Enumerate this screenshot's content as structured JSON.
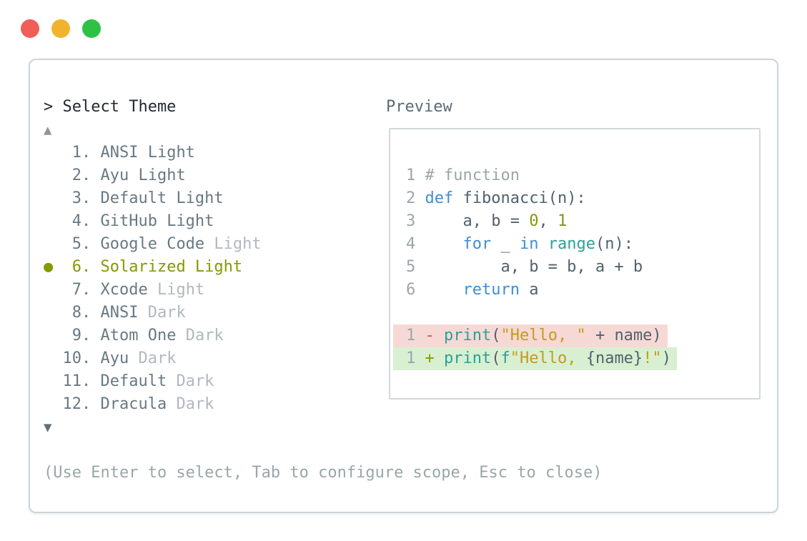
{
  "window": {
    "controls": [
      {
        "name": "close",
        "color": "#f15e57"
      },
      {
        "name": "minimize",
        "color": "#f1b32e"
      },
      {
        "name": "maximize",
        "color": "#2ec244"
      }
    ]
  },
  "header": {
    "title": "> Select Theme"
  },
  "theme_list": {
    "scroll_up_icon": "▲",
    "scroll_down_icon": "▼",
    "selected_marker": "●",
    "selected_index": 5,
    "items": [
      {
        "number": "1",
        "name": "ANSI Light",
        "variant": "",
        "selected": false
      },
      {
        "number": "2",
        "name": "Ayu Light",
        "variant": "",
        "selected": false
      },
      {
        "number": "3",
        "name": "Default Light",
        "variant": "",
        "selected": false
      },
      {
        "number": "4",
        "name": "GitHub Light",
        "variant": "",
        "selected": false
      },
      {
        "number": "5",
        "name": "Google Code",
        "variant": "Light",
        "selected": false
      },
      {
        "number": "6",
        "name": "Solarized Light",
        "variant": "",
        "selected": true
      },
      {
        "number": "7",
        "name": "Xcode",
        "variant": "Light",
        "selected": false
      },
      {
        "number": "8",
        "name": "ANSI",
        "variant": "Dark",
        "selected": false
      },
      {
        "number": "9",
        "name": "Atom One",
        "variant": "Dark",
        "selected": false
      },
      {
        "number": "10",
        "name": "Ayu",
        "variant": "Dark",
        "selected": false
      },
      {
        "number": "11",
        "name": "Default",
        "variant": "Dark",
        "selected": false
      },
      {
        "number": "12",
        "name": "Dracula",
        "variant": "Dark",
        "selected": false
      }
    ]
  },
  "preview": {
    "label": "Preview",
    "code_lines": [
      {
        "num": "1",
        "diff": "",
        "tokens": [
          [
            "comment",
            "# function"
          ]
        ]
      },
      {
        "num": "2",
        "diff": "",
        "tokens": [
          [
            "kw",
            "def"
          ],
          [
            "plain",
            " fibonacci(n):"
          ]
        ]
      },
      {
        "num": "3",
        "diff": "",
        "tokens": [
          [
            "plain",
            "    a, b = "
          ],
          [
            "num",
            "0"
          ],
          [
            "plain",
            ", "
          ],
          [
            "num",
            "1"
          ]
        ]
      },
      {
        "num": "4",
        "diff": "",
        "tokens": [
          [
            "plain",
            "    "
          ],
          [
            "kw",
            "for"
          ],
          [
            "plain",
            " _ "
          ],
          [
            "kw",
            "in"
          ],
          [
            "plain",
            " "
          ],
          [
            "fn",
            "range"
          ],
          [
            "plain",
            "(n):"
          ]
        ]
      },
      {
        "num": "5",
        "diff": "",
        "tokens": [
          [
            "plain",
            "        a, b = b, a + b"
          ]
        ]
      },
      {
        "num": "6",
        "diff": "",
        "tokens": [
          [
            "plain",
            "    "
          ],
          [
            "kw",
            "return"
          ],
          [
            "plain",
            " a"
          ]
        ]
      },
      {
        "num": "",
        "diff": "",
        "tokens": []
      },
      {
        "num": "1",
        "diff": "removed",
        "tokens": [
          [
            "del",
            "-"
          ],
          [
            "plain",
            " "
          ],
          [
            "fn",
            "print"
          ],
          [
            "plain",
            "("
          ],
          [
            "str",
            "\"Hello, \""
          ],
          [
            "plain",
            " + name)"
          ]
        ]
      },
      {
        "num": "1",
        "diff": "added",
        "tokens": [
          [
            "ins",
            "+"
          ],
          [
            "plain",
            " "
          ],
          [
            "fn",
            "print"
          ],
          [
            "plain",
            "("
          ],
          [
            "fn",
            "f"
          ],
          [
            "str",
            "\"Hello, "
          ],
          [
            "plain",
            "{name}"
          ],
          [
            "str",
            "!\""
          ],
          [
            "plain",
            ")"
          ]
        ]
      }
    ]
  },
  "footer": {
    "hint": "(Use Enter to select, Tab to configure scope, Esc to close)"
  },
  "colors": {
    "accent_selected": "#859900",
    "keyword": "#3d8ed5",
    "function": "#2aa198",
    "string": "#c49b1e",
    "number_literal": "#859900",
    "comment": "#9ba5ab",
    "diff_removed_bg": "#f6d9d5",
    "diff_added_bg": "#d9efd2",
    "diff_removed_sign": "#e04b45",
    "diff_added_sign": "#859900",
    "panel_border": "#ccd4d9"
  }
}
